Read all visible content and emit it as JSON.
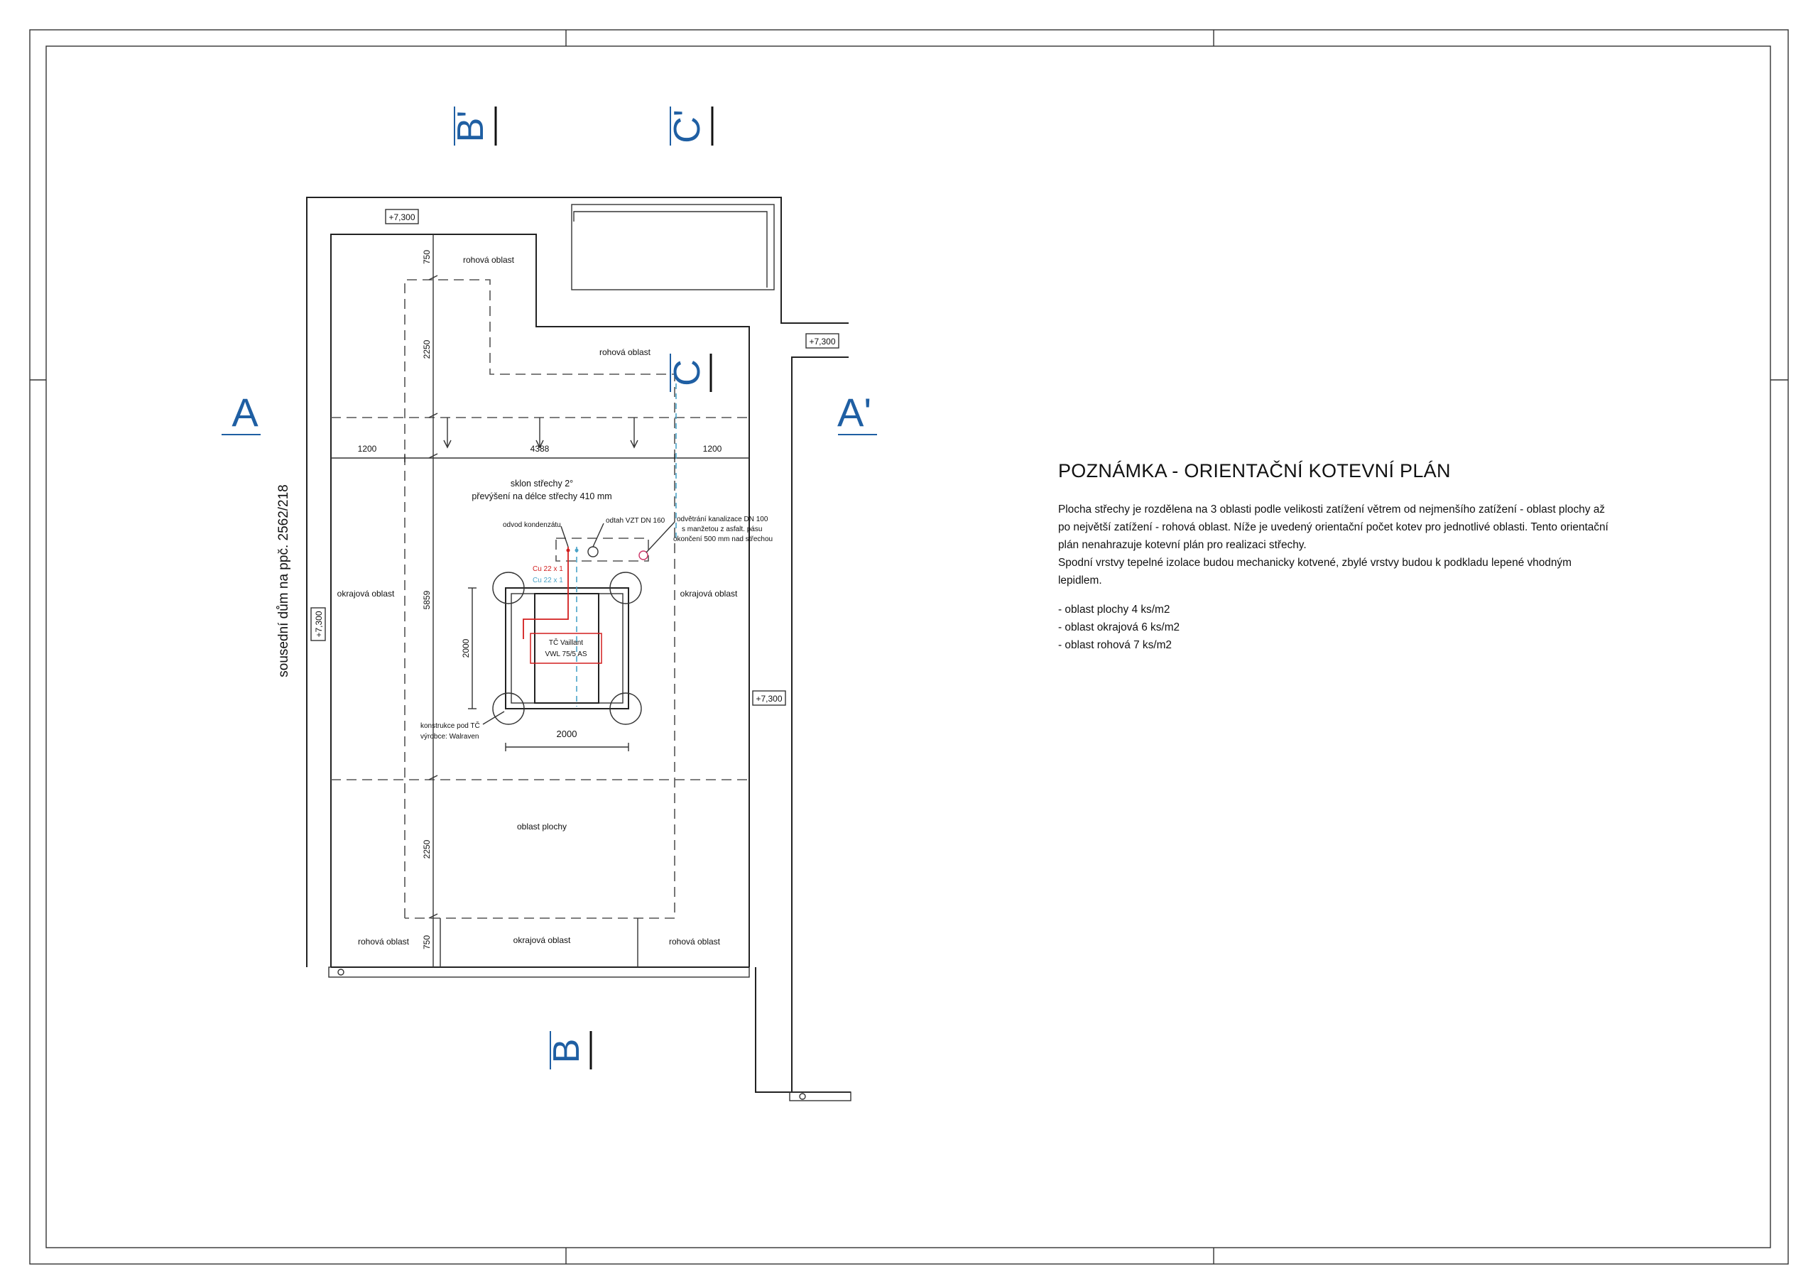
{
  "sections": {
    "a_left": "A",
    "a_right": "A'",
    "b_top": "B'",
    "b_bottom": "B",
    "c_top": "C'",
    "c_mid": "C"
  },
  "neighbour_label": "sousední dům na ppč. 2562/218",
  "levels": {
    "top": "+7,300",
    "right_top": "+7,300",
    "left": "+7,300",
    "right": "+7,300"
  },
  "zones": {
    "corner_top": "rohová oblast",
    "corner_mid": "rohová oblast",
    "edge_left": "okrajová oblast",
    "edge_right": "okrajová oblast",
    "field": "oblast plochy",
    "corner_bl": "rohová oblast",
    "edge_bottom": "okrajová oblast",
    "corner_br": "rohová oblast"
  },
  "dimensions": {
    "v_750_top": "750",
    "v_2250_top": "2250",
    "h_1200_left": "1200",
    "h_4388": "4388",
    "h_1200_right": "1200",
    "v_5859": "5859",
    "v_2250_bottom": "2250",
    "v_750_bottom": "750",
    "unit_v_2000": "2000",
    "unit_h_2000": "2000"
  },
  "annotations": {
    "slope_line1": "sklon střechy 2°",
    "slope_line2": "převýšení na délce střechy 410 mm",
    "condensate": "odvod kondenzátu",
    "vzt": "odtah VZT DN 160",
    "vent_line1": "odvětrání kanalizace DN 100",
    "vent_line2": "s manžetou z asfalt. pásu",
    "vent_line3": "okončení 500 mm nad střechou",
    "cu_red": "Cu 22 x 1",
    "cu_blue": "Cu 22 x 1",
    "unit_line1": "TČ Vaillant",
    "unit_line2": "VWL 75/5 AS",
    "frame_line1": "konstrukce pod TČ",
    "frame_line2": "výrobce: Walraven"
  },
  "note": {
    "title": "POZNÁMKA - ORIENTAČNÍ KOTEVNÍ PLÁN",
    "paragraph1": "Plocha střechy je rozdělena na 3 oblasti podle velikosti zatížení větrem od nejmenšího zatížení - oblast plochy až po největší zatížení - rohová oblast. Níže je uvedený orientační počet kotev pro jednotlivé oblasti. Tento orientační plán nenahrazuje kotevní plán pro realizaci střechy.",
    "paragraph2": "Spodní vrstvy tepelné izolace budou mechanicky kotvené, zbylé vrstvy budou k podkladu lepené vhodným lepidlem.",
    "items": [
      "- oblast plochy 4 ks/m2",
      "- oblast okrajová 6 ks/m2",
      "- oblast rohová 7 ks/m2"
    ]
  },
  "colors": {
    "section_blue": "#1f5fa3",
    "pipe_red": "#d21e1e",
    "pipe_blue": "#4aa3c8"
  }
}
